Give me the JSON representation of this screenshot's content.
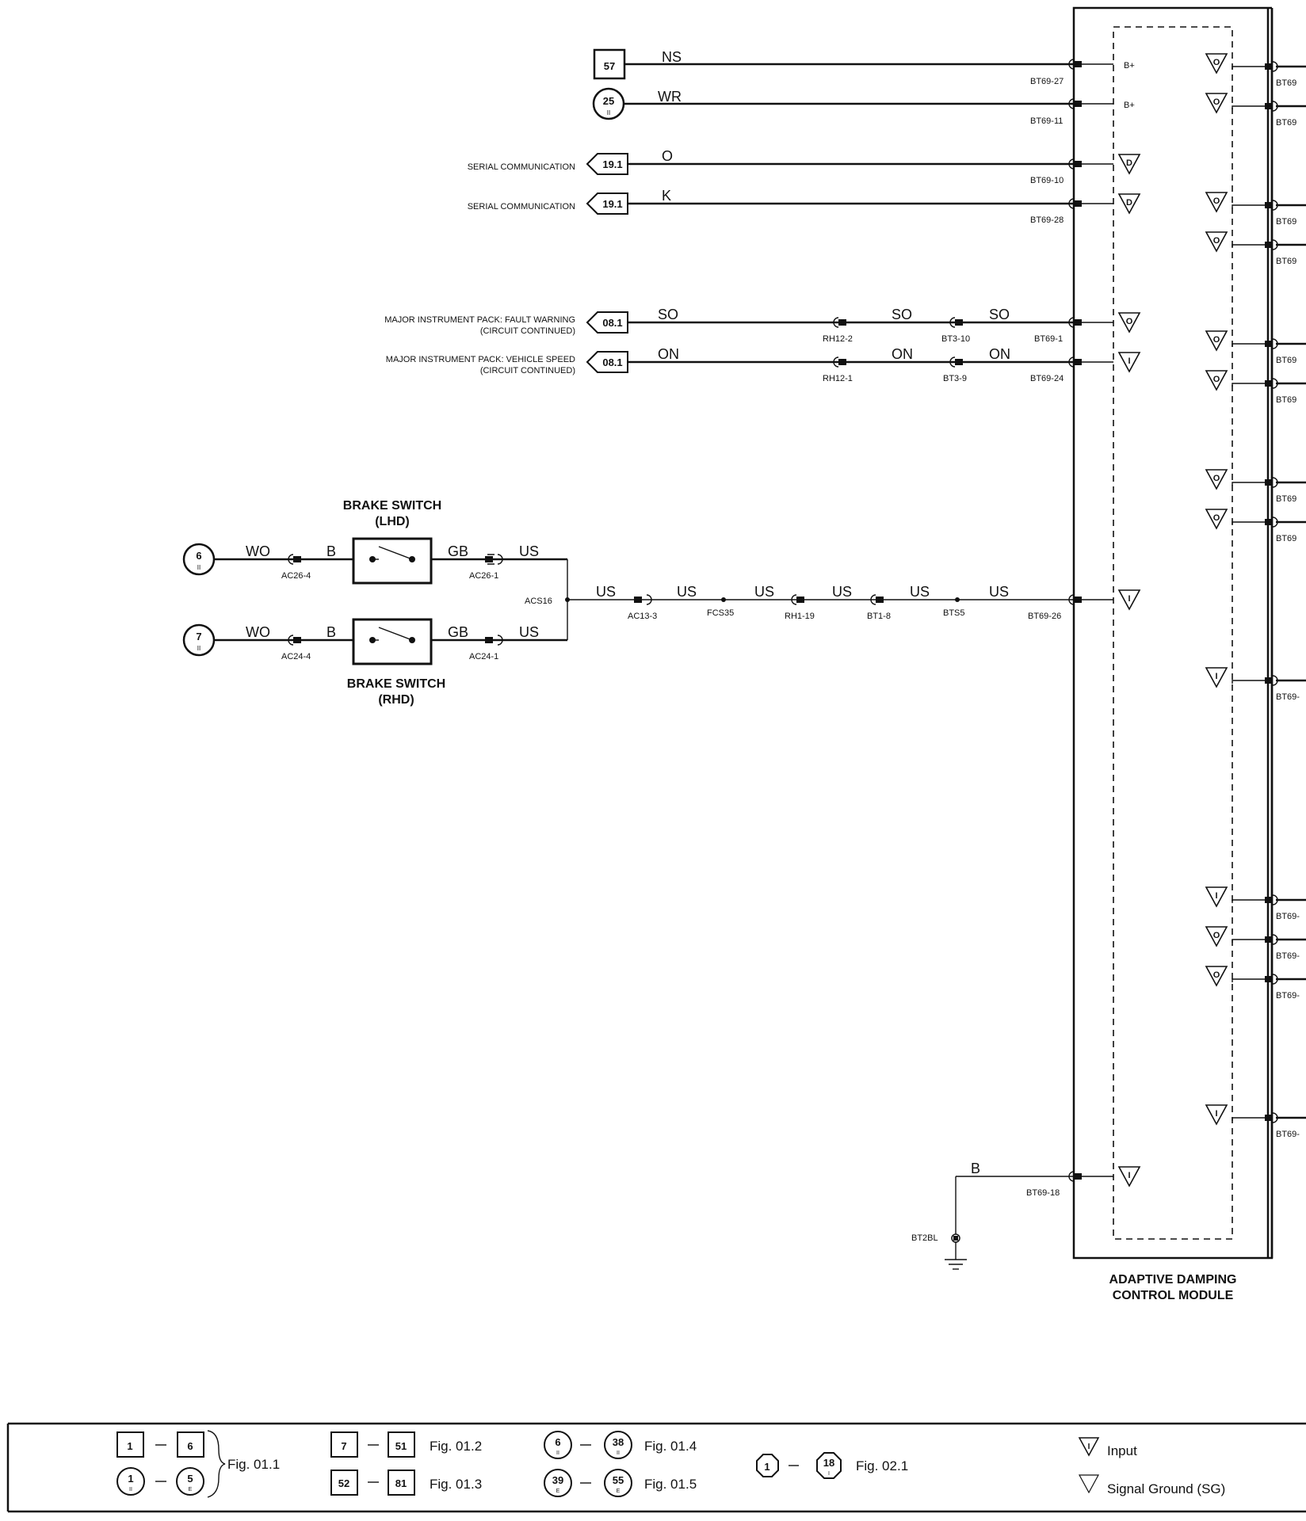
{
  "module": {
    "title_line1": "ADAPTIVE DAMPING",
    "title_line2": "CONTROL MODULE",
    "pins_left": [
      {
        "pin": "BT69-27",
        "label": "B+"
      },
      {
        "pin": "BT69-11",
        "label": "B+"
      },
      {
        "pin": "BT69-10",
        "type": "D"
      },
      {
        "pin": "BT69-28",
        "type": "D"
      },
      {
        "pin": "BT69-1",
        "type": "O"
      },
      {
        "pin": "BT69-24",
        "type": "I"
      },
      {
        "pin": "BT69-26",
        "type": "I"
      },
      {
        "pin": "BT69-18",
        "type": "I"
      }
    ],
    "pins_right": [
      {
        "pin": "BT69",
        "type": "O"
      },
      {
        "pin": "BT69",
        "type": "O"
      },
      {
        "pin": "BT69",
        "type": "O"
      },
      {
        "pin": "BT69",
        "type": "O"
      },
      {
        "pin": "BT69",
        "type": "O"
      },
      {
        "pin": "BT69",
        "type": "O"
      },
      {
        "pin": "BT69",
        "type": "O"
      },
      {
        "pin": "BT69",
        "type": "O"
      },
      {
        "pin": "BT69-",
        "type": "I"
      },
      {
        "pin": "BT69-",
        "type": "I"
      },
      {
        "pin": "BT69-",
        "type": "O"
      },
      {
        "pin": "BT69-",
        "type": "O"
      },
      {
        "pin": "BT69-",
        "type": "I"
      }
    ]
  },
  "wires": {
    "w57": {
      "ref": "57",
      "color": "NS"
    },
    "w25": {
      "ref": "25",
      "sub": "II",
      "color": "WR"
    },
    "serial1": {
      "label": "SERIAL COMMUNICATION",
      "ref": "19.1",
      "color": "O"
    },
    "serial2": {
      "label": "SERIAL COMMUNICATION",
      "ref": "19.1",
      "color": "K"
    },
    "fault": {
      "label1": "MAJOR INSTRUMENT PACK: FAULT WARNING",
      "label2": "(CIRCUIT CONTINUED)",
      "ref": "08.1",
      "color": "SO",
      "conn1": "RH12-2",
      "conn2": "BT3-10"
    },
    "speed": {
      "label1": "MAJOR INSTRUMENT PACK: VEHICLE SPEED",
      "label2": "(CIRCUIT CONTINUED)",
      "ref": "08.1",
      "color": "ON",
      "conn1": "RH12-1",
      "conn2": "BT3-9"
    }
  },
  "brake": {
    "lhd_title1": "BRAKE SWITCH",
    "lhd_title2": "(LHD)",
    "rhd_title1": "BRAKE SWITCH",
    "rhd_title2": "(RHD)",
    "lhd": {
      "ref": "6",
      "sub": "II",
      "wire_in": "WO",
      "conn_in": "AC26-4",
      "wire_mid": "B",
      "wire_out": "GB",
      "conn_out": "AC26-1",
      "wire_us": "US"
    },
    "rhd": {
      "ref": "7",
      "sub": "II",
      "wire_in": "WO",
      "conn_in": "AC24-4",
      "wire_mid": "B",
      "wire_out": "GB",
      "conn_out": "AC24-1",
      "wire_us": "US"
    },
    "splice": "ACS16",
    "path": [
      {
        "wire": "US",
        "conn": "AC13-3"
      },
      {
        "wire": "US",
        "conn": "FCS35"
      },
      {
        "wire": "US",
        "conn": "RH1-19"
      },
      {
        "wire": "US",
        "conn": "BT1-8"
      },
      {
        "wire": "US",
        "conn": "BTS5"
      },
      {
        "wire": "US"
      }
    ]
  },
  "ground": {
    "color": "B",
    "conn": "BT2BL"
  },
  "legend": {
    "a_from": "1",
    "a_to": "6",
    "a_fig_bracket": "Fig. 01.1",
    "b_from": "1",
    "b_from_sub": "II",
    "b_to": "5",
    "b_to_sub": "E",
    "c_from": "7",
    "c_to": "51",
    "c_fig": "Fig. 01.2",
    "d_from": "52",
    "d_to": "81",
    "d_fig": "Fig. 01.3",
    "e_from": "6",
    "e_from_sub": "II",
    "e_to": "38",
    "e_to_sub": "II",
    "e_fig": "Fig. 01.4",
    "f_from": "39",
    "f_from_sub": "E",
    "f_to": "55",
    "f_to_sub": "E",
    "f_fig": "Fig. 01.5",
    "g_from": "1",
    "g_to": "18",
    "g_to_sub": "I",
    "g_fig": "Fig. 02.1",
    "input_label": "Input",
    "sg_label": "Signal Ground (SG)"
  }
}
